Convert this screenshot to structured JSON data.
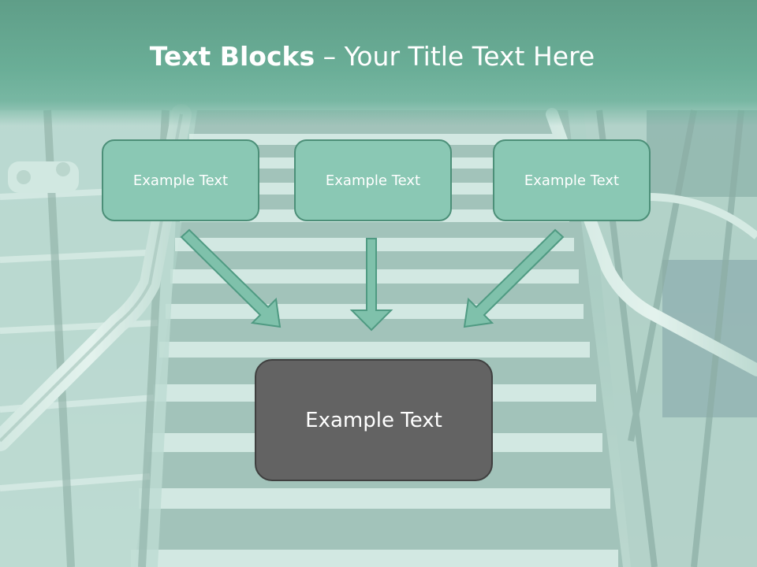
{
  "title": {
    "bold": "Text Blocks",
    "dash": " – ",
    "rest": "Your Title Text Here"
  },
  "blocks": [
    {
      "label": "Example Text"
    },
    {
      "label": "Example Text"
    },
    {
      "label": "Example Text"
    }
  ],
  "target": {
    "label": "Example Text"
  },
  "colors": {
    "title_band": "#6aae97",
    "block_fill": "#8ac8b4",
    "block_border": "#4c8f78",
    "target_fill": "#636363",
    "arrow_fill": "#7fc1ab",
    "arrow_stroke": "#4f9a82"
  }
}
